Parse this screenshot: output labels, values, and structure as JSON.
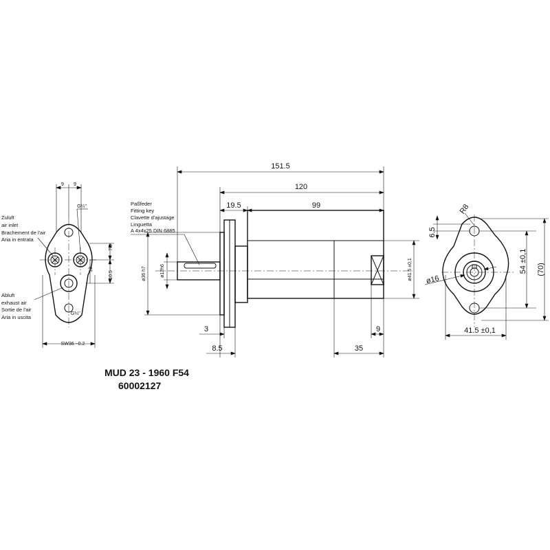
{
  "title": {
    "model": "MUD 23 - 1960 F54",
    "part_number": "60002127"
  },
  "side_view": {
    "dims": {
      "top_left": "9",
      "top_right": "9",
      "port_top": "G¼\"",
      "port_bottom": "G¼\"",
      "offset_top": "7.5",
      "offset_mid": "10.5",
      "side_small": "13",
      "bottom": "SW36 −0.2"
    },
    "labels": {
      "inlet": [
        "Zuluft",
        "air inlet",
        "Brachement de l'air",
        "Aria in entrata"
      ],
      "exhaust": [
        "Abluft",
        "exhaust air",
        "Sortie de l'air",
        "Aria in uscita"
      ]
    }
  },
  "front_view": {
    "dims": {
      "total_length": "151.5",
      "body_length": "120",
      "flange_to_body": "19.5",
      "body": "99",
      "flange_diameter": "ø36 h7",
      "shaft_diameter": "ø12h6",
      "body_diameter": "ø41.5 ±0,1",
      "flange_thickness": "3",
      "flange_offset": "8.5",
      "rear_length": "35",
      "rear_small": "9"
    },
    "key_note": [
      "Paßfeder",
      "Fitting key",
      "Clavette d'ajustage",
      "Linguetta",
      "A 4x4x25  DIN 6885"
    ]
  },
  "end_view": {
    "dims": {
      "radius": "R8",
      "hole_offset": "6.5",
      "hole_spacing": "54 ±0,1",
      "total_height": "(70)",
      "hub_diameter": "ø16",
      "width": "41.5 ±0,1"
    }
  }
}
